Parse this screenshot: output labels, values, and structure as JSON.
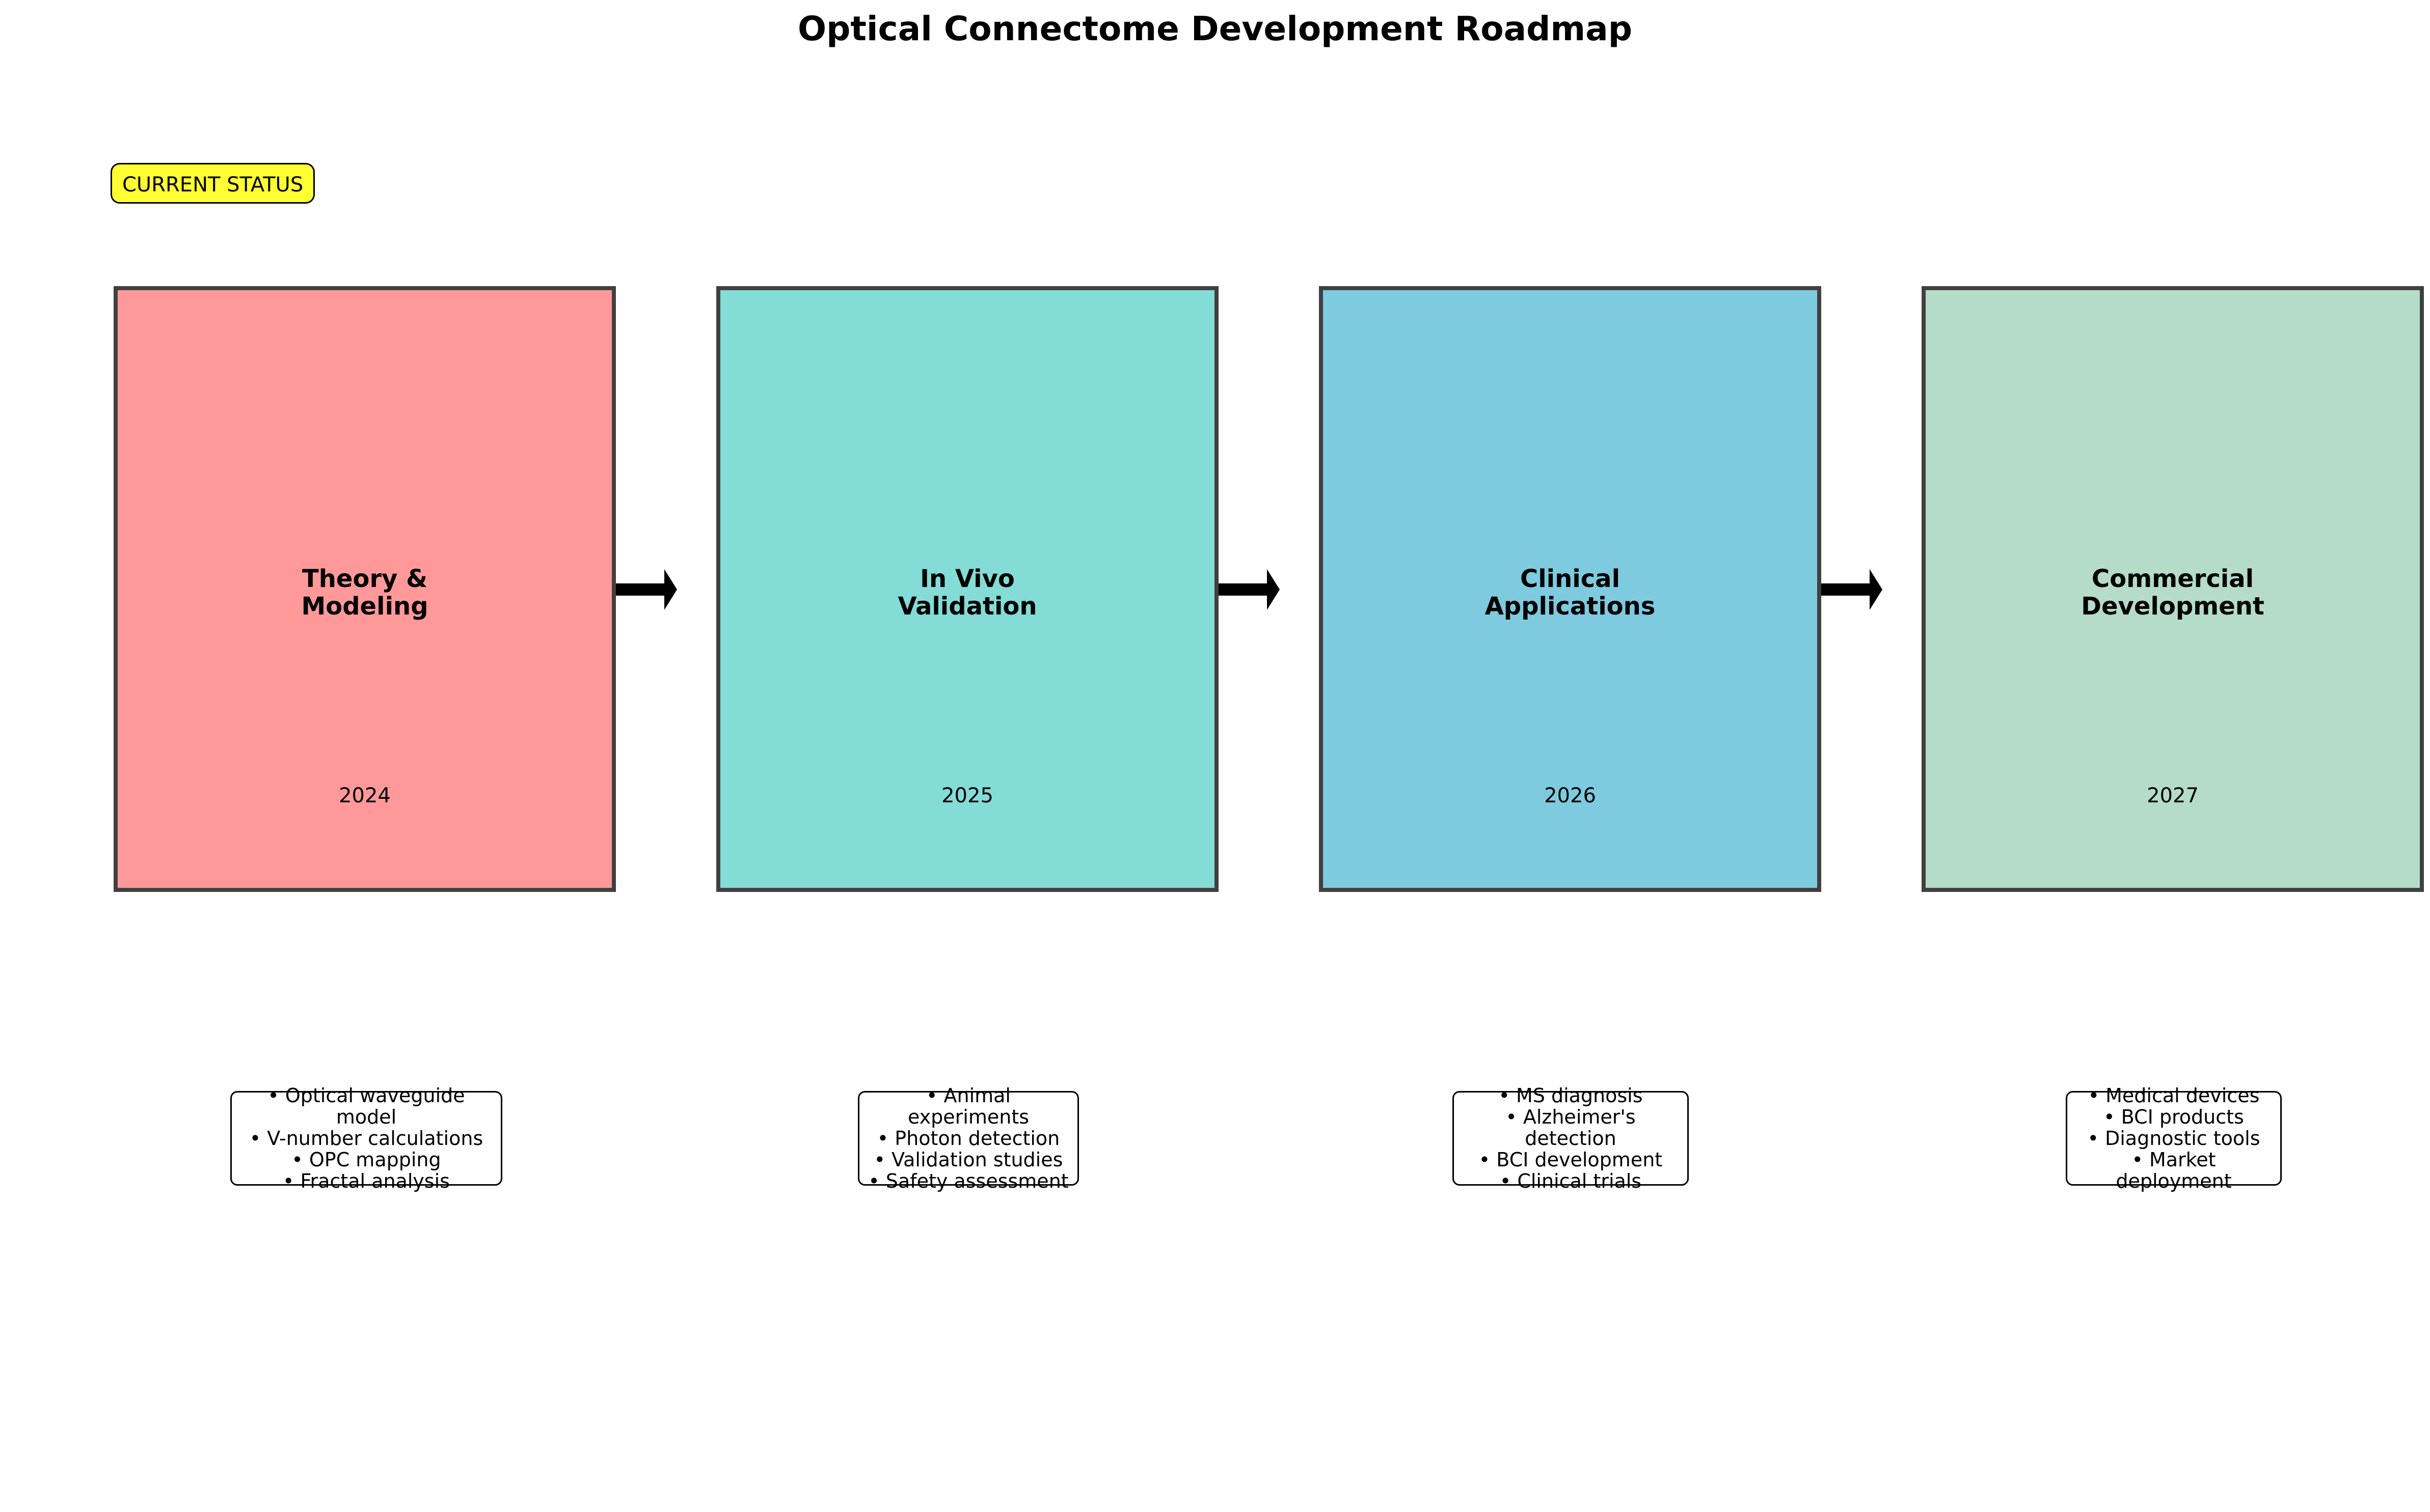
{
  "title": "Optical Connectome Development Roadmap",
  "status_badge": "CURRENT STATUS",
  "stages": [
    {
      "title": "Theory &\nModeling",
      "year": "2024",
      "color": "#ff9999",
      "details": "• Optical waveguide model\n• V-number calculations\n• OPC mapping\n• Fractal analysis"
    },
    {
      "title": "In Vivo\nValidation",
      "year": "2025",
      "color": "#83dcd5",
      "details": "• Animal experiments\n• Photon detection\n• Validation studies\n• Safety assessment"
    },
    {
      "title": "Clinical\nApplications",
      "year": "2026",
      "color": "#7ecadf",
      "details": "• MS diagnosis\n• Alzheimer's detection\n• BCI development\n• Clinical trials"
    },
    {
      "title": "Commercial\nDevelopment",
      "year": "2027",
      "color": "#b4dcc9",
      "details": "• Medical devices\n• BCI products\n• Diagnostic tools\n• Market deployment"
    }
  ]
}
